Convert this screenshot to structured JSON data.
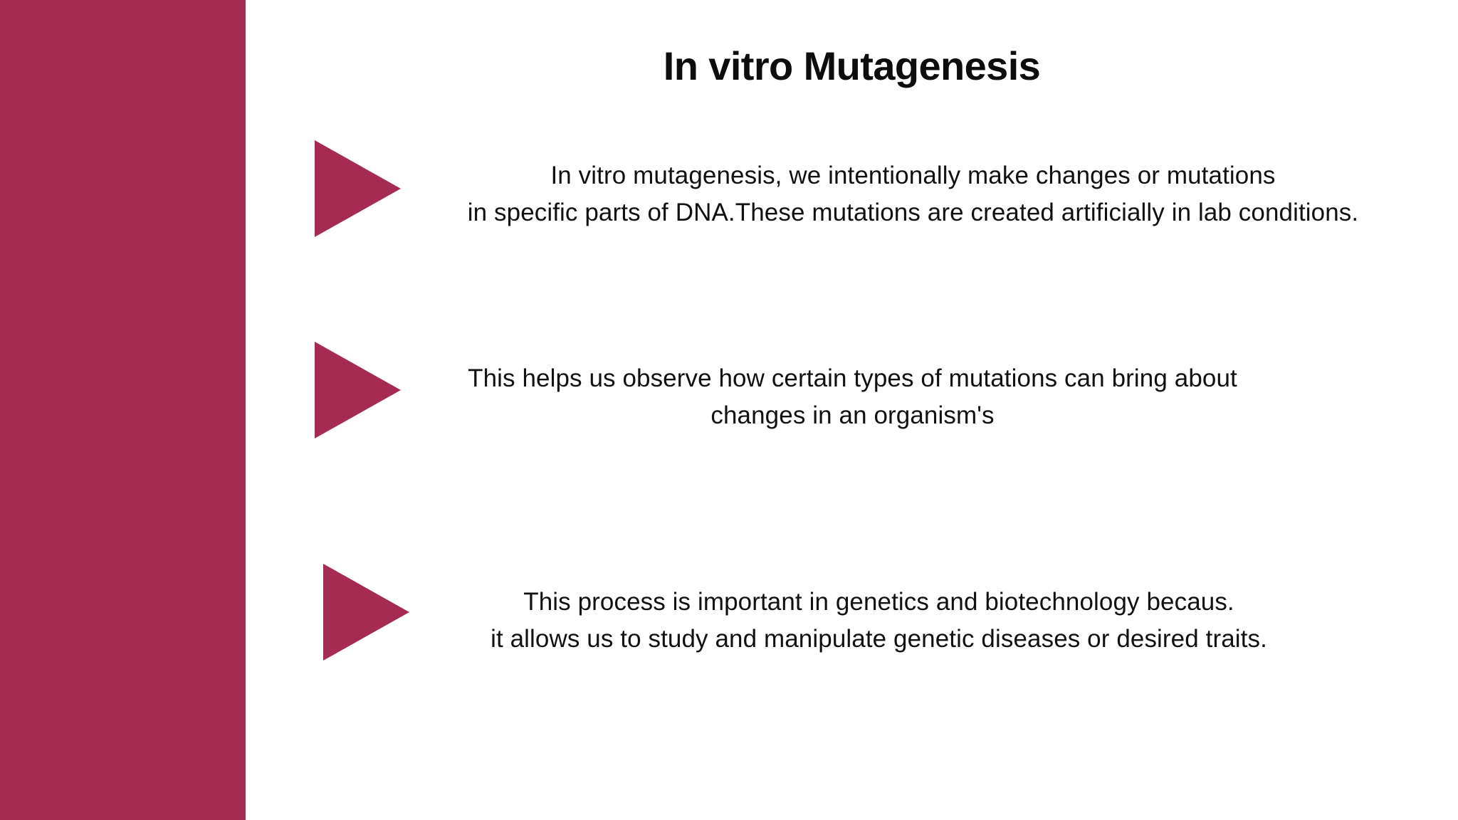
{
  "slide": {
    "title": "In vitro Mutagenesis",
    "background_color": "#ffffff",
    "accent_color": "#A52B53",
    "text_color": "#111111"
  },
  "sidebar": {
    "color": "#A52B53"
  },
  "bullets": [
    {
      "marker": "triangle-right",
      "marker_color": "#A52B53",
      "lines": [
        "In vitro mutagenesis, we intentionally make changes or mutations",
        "in specific parts of DNA.These mutations are created artificially in lab conditions."
      ]
    },
    {
      "marker": "triangle-right",
      "marker_color": "#A52B53",
      "lines": [
        "This helps us observe how certain types of mutations can bring about",
        "changes in an organism's"
      ]
    },
    {
      "marker": "triangle-right",
      "marker_color": "#A52B53",
      "lines": [
        "This process is important in genetics and biotechnology becaus.",
        "it allows us to study and manipulate genetic diseases or desired traits."
      ]
    }
  ]
}
